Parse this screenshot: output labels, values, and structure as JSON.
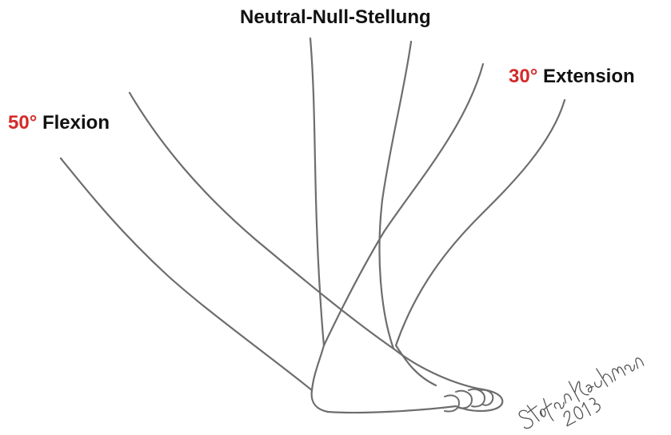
{
  "labels": {
    "neutral": "Neutral-Null-Stellung",
    "extension": {
      "value": "30°",
      "text": "Extension"
    },
    "flexion": {
      "value": "50°",
      "text": "Flexion"
    }
  },
  "signature": {
    "name": "Stefan Kuchmann",
    "year": "2013"
  },
  "colors": {
    "angle": "#d42a2a",
    "text": "#111111",
    "line": "#6d6d6d"
  }
}
